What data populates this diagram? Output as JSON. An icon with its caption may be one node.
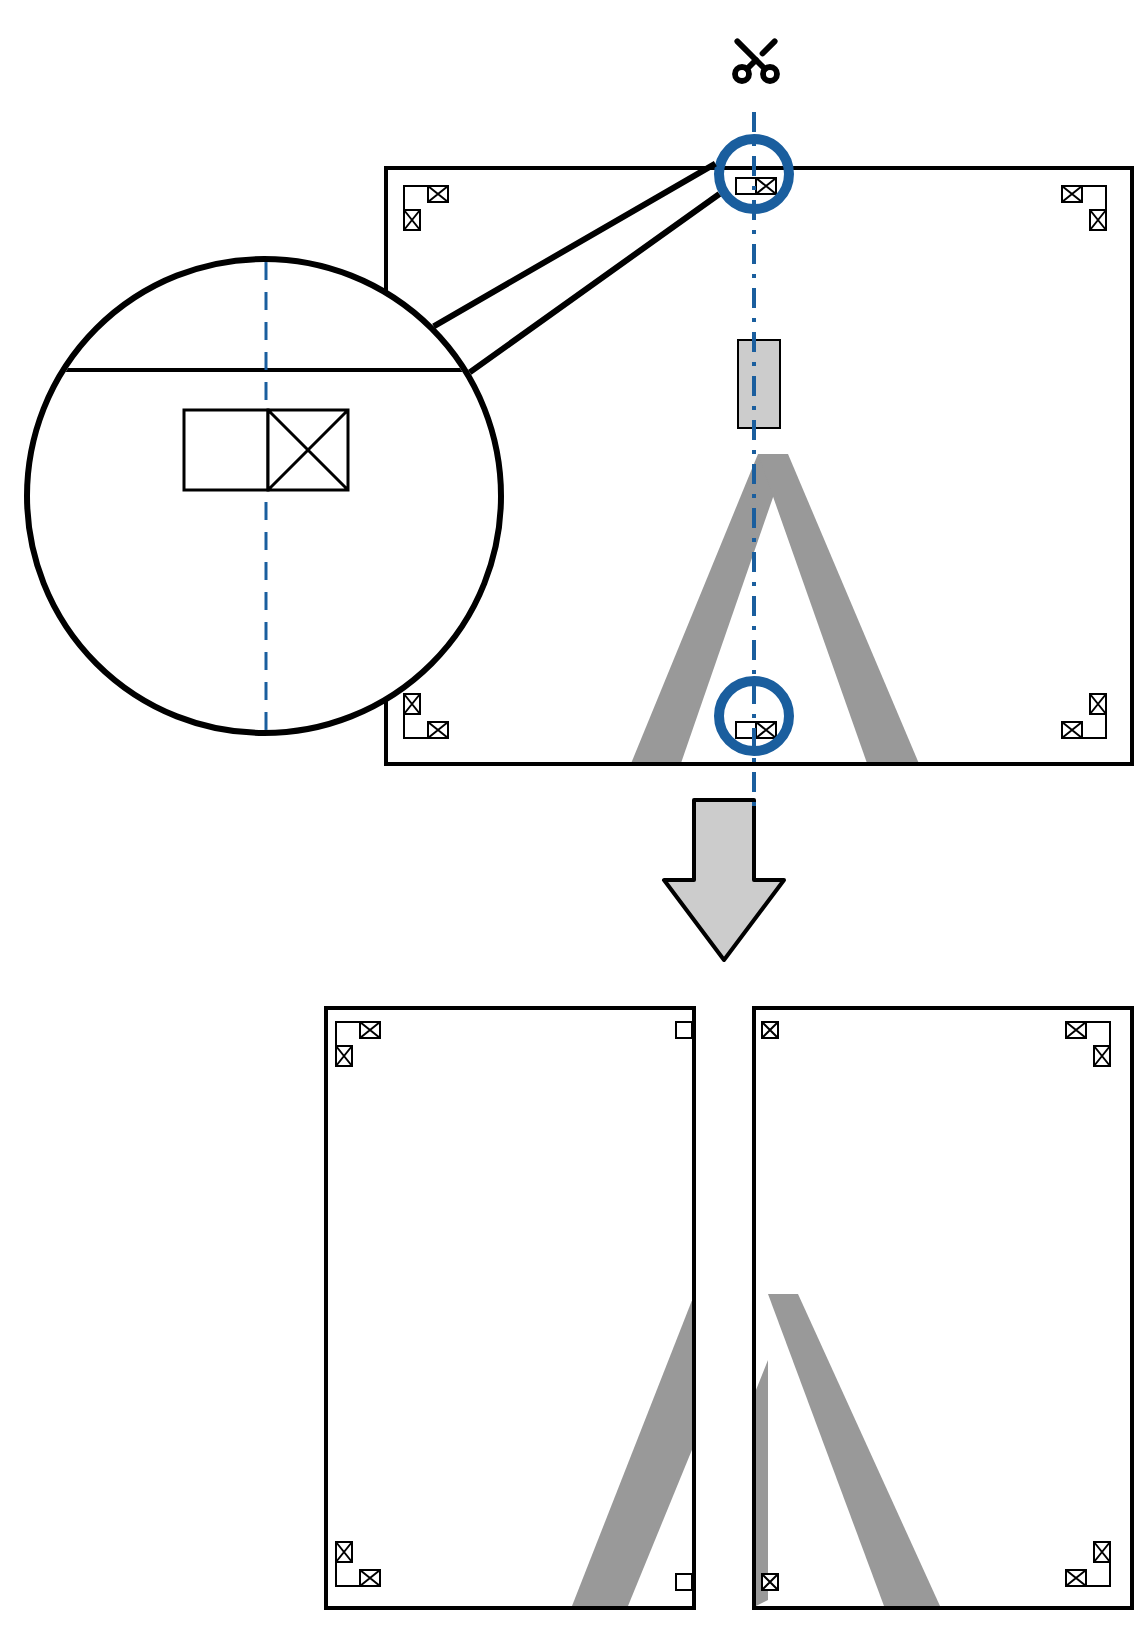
{
  "diagram": {
    "nodes": [
      {
        "text": [],
        "shape": "box"
      },
      {
        "text": [],
        "shape": "box"
      },
      {
        "text": [],
        "shape": "box"
      },
      {
        "text": [],
        "shape": "circle"
      },
      {
        "text": [],
        "shape": "circle"
      },
      {
        "text": [],
        "shape": "circle",
        "in": 0
      }
    ],
    "edges": [
      {
        "from": 3,
        "to": 4,
        "arrow": "none"
      },
      {
        "from": 0,
        "to": 1,
        "arrow": "to"
      },
      {
        "from": 0,
        "to": 2,
        "arrow": "to"
      }
    ]
  }
}
